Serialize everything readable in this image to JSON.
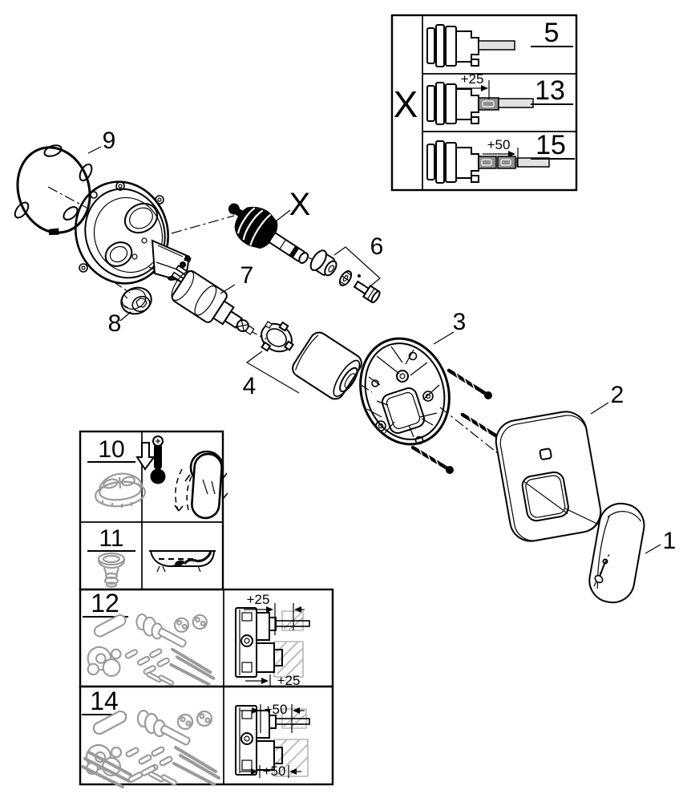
{
  "colors": {
    "background": "#ffffff",
    "line": "#000000",
    "gray_part": "#9a9a9a",
    "wall_hatch": "#b5b5b5",
    "stem_fill": "#e2e2e2",
    "extension_fill": "#8f8f8f"
  },
  "exploded": {
    "labels": {
      "p1": "1",
      "p2": "2",
      "p3": "3",
      "p4": "4",
      "p6": "6",
      "p7": "7",
      "p8": "8",
      "p9": "9",
      "cartridge": "X"
    }
  },
  "variant_box": {
    "group_label": "X",
    "rows": [
      {
        "num": "5"
      },
      {
        "num": "13",
        "dim": "+25"
      },
      {
        "num": "15",
        "dim": "+50"
      }
    ]
  },
  "kit_box": {
    "items": [
      {
        "num": "10"
      },
      {
        "num": "11"
      },
      {
        "num": "12",
        "dim_top": "+25",
        "dim_bottom": "+25"
      },
      {
        "num": "14",
        "dim_top": "+50",
        "dim_bottom": "+50"
      }
    ]
  }
}
